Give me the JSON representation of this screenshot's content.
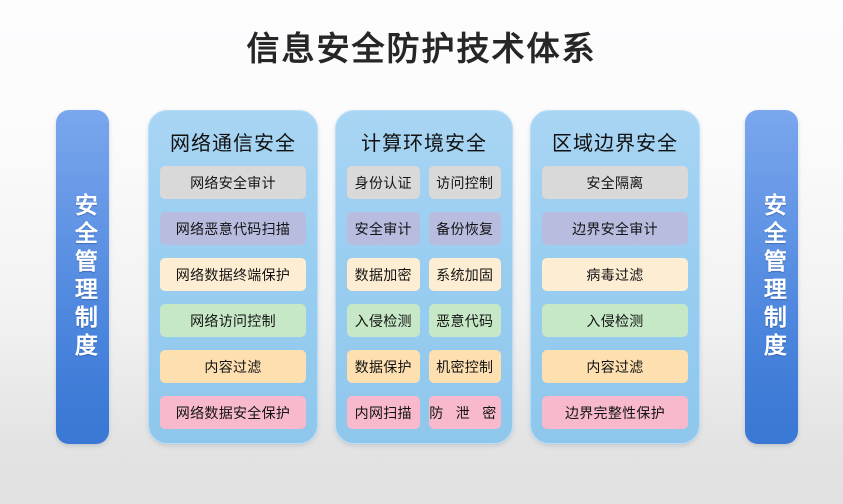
{
  "title": "信息安全防护技术体系",
  "side_bars": {
    "left": {
      "label": "安全管理制度"
    },
    "right": {
      "label": "安全管理制度"
    }
  },
  "colors": {
    "bar_top": "#7aa7ed",
    "bar_bottom": "#3a78d5",
    "panel_bg": "#9ccff1",
    "chip_gray": "#d9d9d9",
    "chip_purple": "#b8bcdf",
    "chip_cream": "#fdeed3",
    "chip_green": "#c7e8c7",
    "chip_orange": "#fddfb0",
    "chip_pink": "#f7b9cb",
    "title_text": "#262626"
  },
  "panels": [
    {
      "title": "网络通信安全",
      "rows": [
        {
          "color": "gray",
          "items": [
            "网络安全审计"
          ]
        },
        {
          "color": "purple",
          "items": [
            "网络恶意代码扫描"
          ]
        },
        {
          "color": "cream",
          "items": [
            "网络数据终端保护"
          ]
        },
        {
          "color": "green",
          "items": [
            "网络访问控制"
          ]
        },
        {
          "color": "orange",
          "items": [
            "内容过滤"
          ]
        },
        {
          "color": "pink",
          "items": [
            "网络数据安全保护"
          ]
        }
      ]
    },
    {
      "title": "计算环境安全",
      "rows": [
        {
          "color": "gray",
          "items": [
            "身份认证",
            "访问控制"
          ]
        },
        {
          "color": "purple",
          "items": [
            "安全审计",
            "备份恢复"
          ]
        },
        {
          "color": "cream",
          "items": [
            "数据加密",
            "系统加固"
          ]
        },
        {
          "color": "green",
          "items": [
            "入侵检测",
            "恶意代码"
          ]
        },
        {
          "color": "orange",
          "items": [
            "数据保护",
            "机密控制"
          ]
        },
        {
          "color": "pink",
          "items": [
            "内网扫描",
            "防 泄 密"
          ]
        }
      ]
    },
    {
      "title": "区域边界安全",
      "rows": [
        {
          "color": "gray",
          "items": [
            "安全隔离"
          ]
        },
        {
          "color": "purple",
          "items": [
            "边界安全审计"
          ]
        },
        {
          "color": "cream",
          "items": [
            "病毒过滤"
          ]
        },
        {
          "color": "green",
          "items": [
            "入侵检测"
          ]
        },
        {
          "color": "orange",
          "items": [
            "内容过滤"
          ]
        },
        {
          "color": "pink",
          "items": [
            "边界完整性保护"
          ]
        }
      ]
    }
  ]
}
